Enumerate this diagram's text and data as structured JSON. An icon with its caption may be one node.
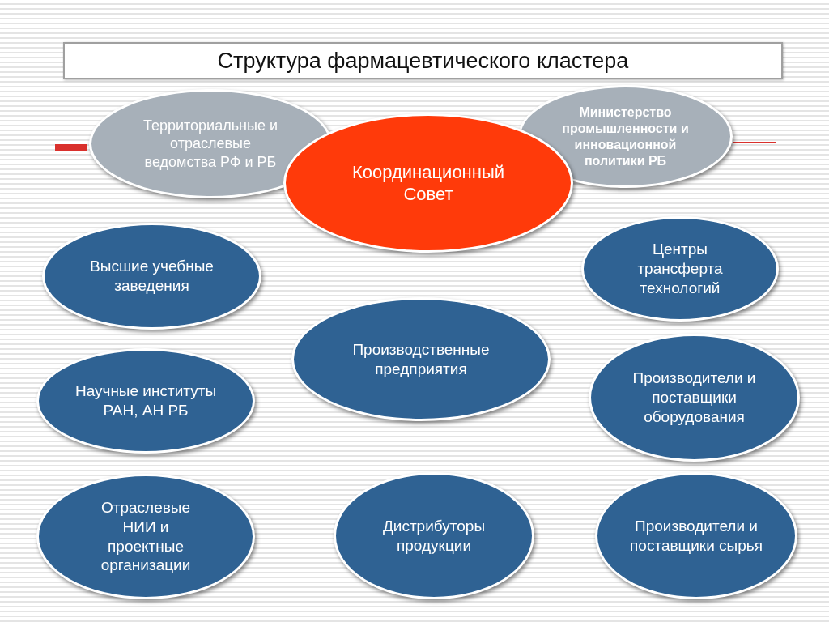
{
  "diagram": {
    "title": "Структура фармацевтического кластера",
    "nodes": [
      {
        "text": [
          "Территориальные и отраслевые ведомства РФ и РБ"
        ]
      },
      {
        "text": [
          "Министерство промышленности и инновационной политики РБ"
        ]
      },
      {
        "text": [
          "Координационный Совет"
        ]
      },
      {
        "text": [
          "Высшие учебные заведения"
        ]
      },
      {
        "text": [
          "Центры трансферта технологий"
        ]
      },
      {
        "text": [
          "Производственные предприятия"
        ]
      },
      {
        "text": [
          "Научные институты РАН, АН РБ"
        ]
      },
      {
        "text": [
          "Производители и поставщики оборудования"
        ]
      },
      {
        "text": [
          "Отраслевые НИИ и проектные организации"
        ]
      },
      {
        "text": [
          "Дистрибуторы продукции"
        ]
      },
      {
        "text": [
          "Производители и поставщики сырья"
        ]
      }
    ]
  }
}
